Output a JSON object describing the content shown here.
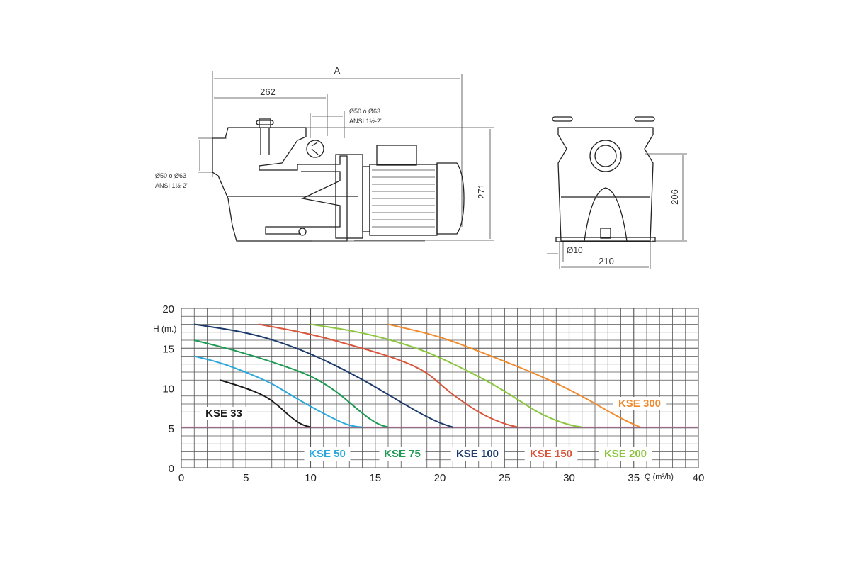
{
  "drawing": {
    "side_view": {
      "dim_overall": "A",
      "dim_inlet_offset": "262",
      "outlet_label_1": "Ø50 ó Ø63",
      "outlet_label_2": "ANSI 1½-2\"",
      "inlet_label_1": "Ø50 ó Ø63",
      "inlet_label_2": "ANSI 1½-2\"",
      "dim_height": "271"
    },
    "front_view": {
      "dim_axis_height": "206",
      "dim_hole": "Ø10",
      "dim_width": "210"
    }
  },
  "chart_data": {
    "type": "line",
    "title": "",
    "xlabel": "Q (m³/h)",
    "ylabel": "H (m.)",
    "xlim": [
      0,
      40
    ],
    "ylim": [
      0,
      20
    ],
    "x_ticks": [
      "0",
      "5",
      "10",
      "15",
      "20",
      "25",
      "30",
      "35",
      "40"
    ],
    "y_ticks": [
      "0",
      "5",
      "10",
      "15",
      "20"
    ],
    "grid": true,
    "reference_line": {
      "y": 5.1,
      "color": "#e07ab8"
    },
    "series": [
      {
        "name": "KSE 33",
        "color": "#1a1a1a",
        "points": [
          [
            3,
            11
          ],
          [
            5,
            10
          ],
          [
            6.5,
            9
          ],
          [
            7.5,
            7.8
          ],
          [
            8.5,
            6.3
          ],
          [
            9.3,
            5.4
          ],
          [
            10,
            5.1
          ]
        ]
      },
      {
        "name": "KSE 50",
        "color": "#2aa8dc",
        "points": [
          [
            1,
            14
          ],
          [
            3,
            13.2
          ],
          [
            5,
            12
          ],
          [
            7,
            10.6
          ],
          [
            9,
            8.6
          ],
          [
            11,
            6.8
          ],
          [
            12.5,
            5.6
          ],
          [
            13.3,
            5.2
          ],
          [
            14,
            5.1
          ]
        ]
      },
      {
        "name": "KSE 75",
        "color": "#1f9a55",
        "points": [
          [
            1,
            16
          ],
          [
            4,
            14.8
          ],
          [
            7,
            13.3
          ],
          [
            10,
            11.6
          ],
          [
            12,
            9.6
          ],
          [
            13.5,
            7.5
          ],
          [
            14.5,
            6.2
          ],
          [
            15.3,
            5.4
          ],
          [
            16,
            5.1
          ]
        ]
      },
      {
        "name": "KSE 100",
        "color": "#1b3a6b",
        "points": [
          [
            1,
            18
          ],
          [
            5,
            17
          ],
          [
            8,
            15.6
          ],
          [
            11,
            13.6
          ],
          [
            14,
            11.1
          ],
          [
            16.5,
            8.7
          ],
          [
            18.5,
            6.8
          ],
          [
            20,
            5.6
          ],
          [
            21,
            5.1
          ]
        ]
      },
      {
        "name": "KSE 150",
        "color": "#d9553a",
        "points": [
          [
            6,
            18
          ],
          [
            10,
            16.8
          ],
          [
            14,
            15
          ],
          [
            17,
            13.5
          ],
          [
            19,
            12
          ],
          [
            20.5,
            9.8
          ],
          [
            22,
            8
          ],
          [
            23.5,
            6.5
          ],
          [
            25,
            5.5
          ],
          [
            26,
            5.1
          ]
        ]
      },
      {
        "name": "KSE 200",
        "color": "#8cc63f",
        "points": [
          [
            10,
            18
          ],
          [
            14,
            17
          ],
          [
            18,
            15.2
          ],
          [
            21,
            13.1
          ],
          [
            24,
            10.6
          ],
          [
            26,
            8.6
          ],
          [
            27.5,
            7
          ],
          [
            29,
            5.9
          ],
          [
            30.2,
            5.3
          ],
          [
            31,
            5.1
          ]
        ]
      },
      {
        "name": "KSE 300",
        "color": "#f08a2c",
        "points": [
          [
            16,
            18
          ],
          [
            20,
            16.5
          ],
          [
            24,
            14
          ],
          [
            28,
            11.4
          ],
          [
            31,
            9
          ],
          [
            33,
            7.1
          ],
          [
            34.5,
            5.8
          ],
          [
            35.5,
            5.1
          ]
        ]
      }
    ]
  }
}
